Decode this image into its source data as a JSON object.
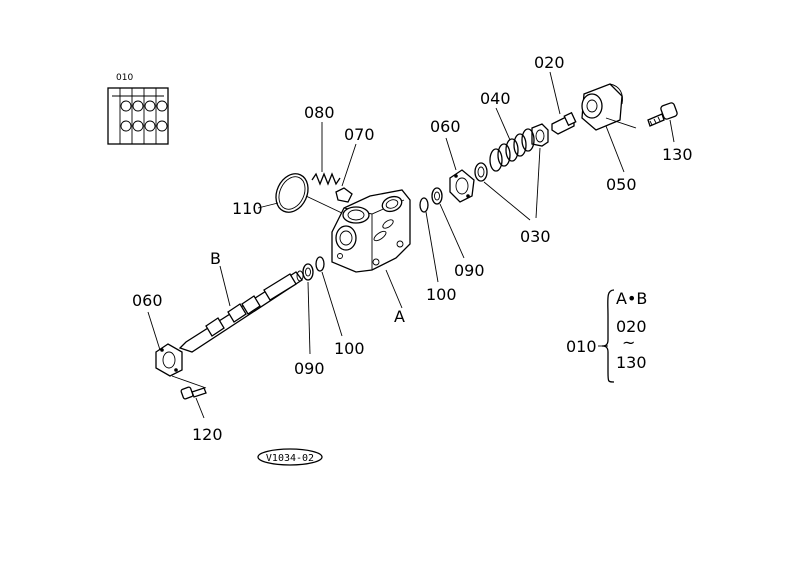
{
  "labels": {
    "p010_thumb": "010",
    "p080": "080",
    "p070": "070",
    "p110": "110",
    "p060_top": "060",
    "p040": "040",
    "p020": "020",
    "p130": "130",
    "p050": "050",
    "p030": "030",
    "p100_right": "100",
    "p090_right": "090",
    "pA": "A",
    "pB": "B",
    "p060_left": "060",
    "p090_left": "090",
    "p100_left": "100",
    "p120": "120"
  },
  "legend": {
    "code": "010",
    "line1": "A•B",
    "line2": "020",
    "tilde": "~",
    "line3": "130"
  },
  "reference": "V1034-02"
}
